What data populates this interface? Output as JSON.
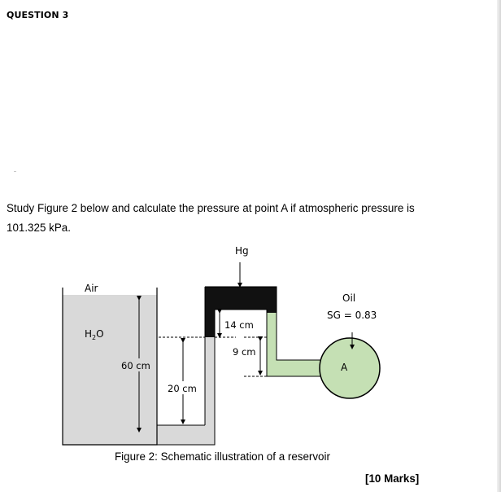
{
  "question": {
    "title": "QUESTION 3"
  },
  "prompt": {
    "line1": "Study Figure 2 below and calculate the pressure at point A if atmospheric pressure is",
    "line2": "101.325 kPa."
  },
  "figure": {
    "labels": {
      "hg": "Hg",
      "air": "Air",
      "h2o_main": "H",
      "h2o_sub": "2",
      "h2o_end": "O",
      "oil": "Oil",
      "sg": "SG = 0.83",
      "point_a": "A",
      "d60": "60 cm",
      "d20": "20 cm",
      "d14": "14 cm",
      "d9": "9 cm"
    },
    "colors": {
      "water": "#d9d9d9",
      "oil": "#c5e0b4",
      "mercury": "#111111",
      "outline": "#000000"
    },
    "caption": "Figure 2: Schematic illustration of a reservoir"
  },
  "marks": "[10 Marks]"
}
